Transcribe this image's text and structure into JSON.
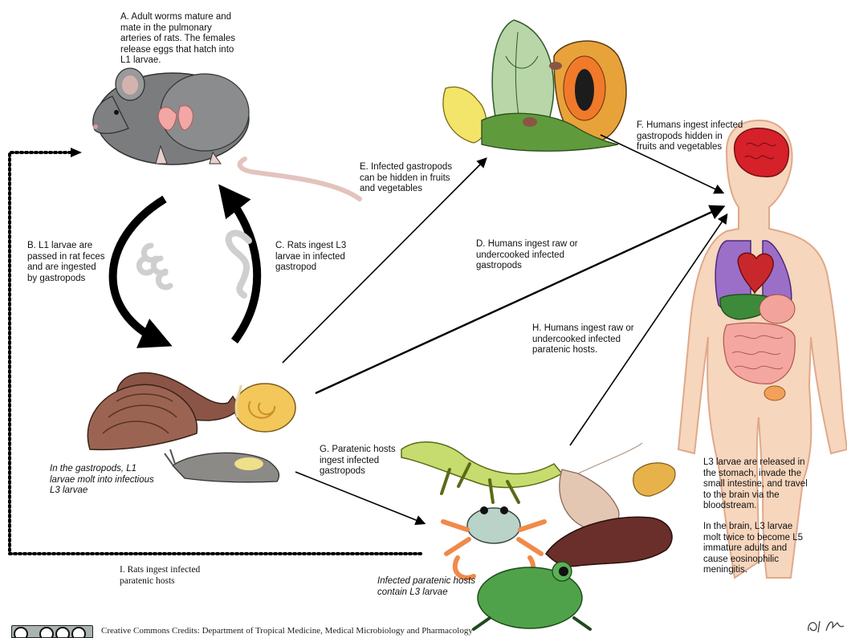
{
  "labels": {
    "A": "A. Adult worms mature  and\nmate in the pulmonary\narteries of rats. The females\nrelease eggs that hatch into\nL1 larvae.",
    "B": "B. L1 larvae are\npassed in rat feces\nand are ingested\nby gastropods",
    "C": "C. Rats ingest L3\nlarvae in infected\ngastropod",
    "D": "D. Humans ingest raw or\nundercooked infected\ngastropods",
    "E": "E. Infected gastropods\ncan be hidden in fruits\nand vegetables",
    "F": "F. Humans ingest infected\ngastropods hidden in\nfruits and vegetables",
    "G": "G. Paratenic hosts\ningest infected\ngastropods",
    "H": "H. Humans ingest raw or\nundercooked infected\nparatenic hosts.",
    "I": "I. Rats ingest infected\nparatenic hosts",
    "gastropod_note": "In the gastropods, L1\nlarvae molt into infectious\nL3 larvae",
    "paratenic_note": "Infected paratenic hosts\ncontain L3 larvae",
    "stomach_note": "L3 larvae are released in\nthe stomach, invade the\nsmall intestine, and travel\nto the brain via the\nbloodstream.",
    "brain_note": "In the brain, L3 larvae\nmolt twice to become L5\nimmature adults and\ncause eosinophilic\nmeningitis."
  },
  "footer": {
    "credits": "Creative Commons Credits: Department of Tropical Medicine, Medical Microbiology and Pharmacology",
    "signature": "Ol. Kim"
  },
  "colors": {
    "rat": "#7a7c7e",
    "rat_lungs": "#f1a7a4",
    "snail_brown": "#8a5546",
    "snail_yellow": "#f3c75a",
    "slug": "#8c8a86",
    "human_skin": "#f6d6bd",
    "human_lungs": "#9b6fc8",
    "human_brain": "#d6202a",
    "lizard": "#c7dc6e",
    "frog": "#4fa24a",
    "crab": "#f08a4a",
    "millipede": "#6a2f2a",
    "shrimp": "#e3c7b2",
    "larvae": "#d9d9d9"
  }
}
